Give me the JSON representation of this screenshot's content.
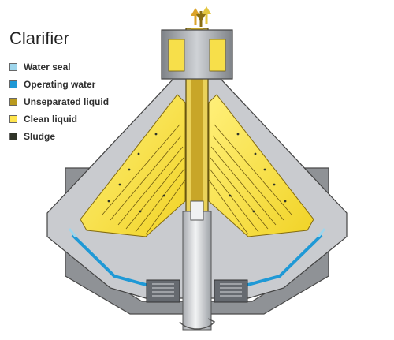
{
  "title": "Clarifier",
  "legend": [
    {
      "label": "Water seal",
      "color": "#9fd6ec"
    },
    {
      "label": "Operating water",
      "color": "#1f99d6"
    },
    {
      "label": "Unseparated liquid",
      "color": "#b99a1f"
    },
    {
      "label": "Clean liquid",
      "color": "#ffe54d"
    },
    {
      "label": "Sludge",
      "color": "#2f3428"
    }
  ],
  "colors": {
    "steel_dark": "#8c8f93",
    "steel_light": "#d3d5d8",
    "outline": "#4a4a4a"
  }
}
